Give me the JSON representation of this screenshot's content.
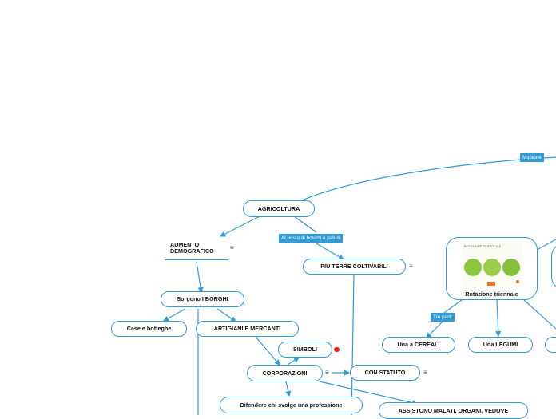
{
  "nodes": {
    "agricoltura": "AGRICOLTURA",
    "aumento": "AUMENTO DEMOGRAFICO",
    "terre": "PIÙ TERRE COLTIVABILI",
    "borghi": "Sorgono I BORGHI",
    "case": "Case e botteghe",
    "artigiani": "ARTIGIANI E MERCANTI",
    "simboli": "SIMBOLI",
    "corporazioni": "CORPORAZIONI",
    "statuto": "CON STATUTO",
    "difendere": "Difendere chi svolge una professione",
    "assistono": "ASSISTONO MALATI, ORGANI, VEDOVE",
    "rotazione": "Rotazione triennale",
    "cereali": "Una a CEREALI",
    "legumi": "Una LEGUMI"
  },
  "tags": {
    "migliorie": "Migliorie",
    "boschi": "Al posto di boschi e paludi",
    "tre_parti": "Tre parti"
  },
  "thumbnail": {
    "title": "ROTAZIONE TRIENNALE",
    "colors": [
      "#8dc63f",
      "#f7f7e8",
      "#e8762b"
    ]
  },
  "colors": {
    "accent": "#2f9bd7",
    "badge": "#e8231b"
  }
}
